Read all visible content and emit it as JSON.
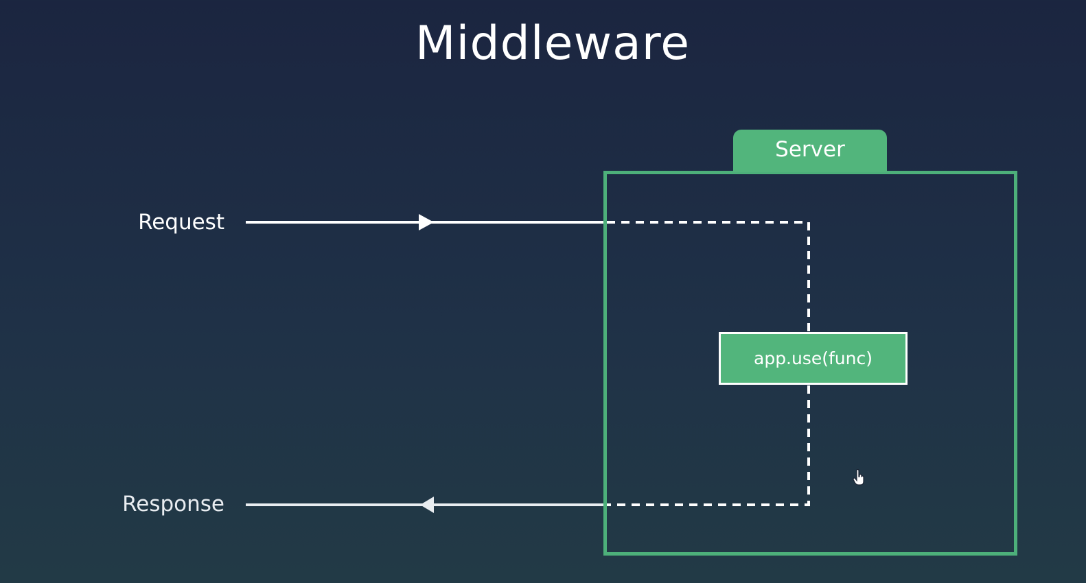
{
  "title": "Middleware",
  "diagram": {
    "request_label": "Request",
    "response_label": "Response",
    "server_label": "Server",
    "middleware_label": "app.use(func)"
  },
  "colors": {
    "background_top": "#1b2540",
    "background_bottom": "#223a46",
    "server_green": "#52b57c",
    "line_white": "#ffffff"
  },
  "icons": {
    "cursor": "hand-pointer-icon"
  }
}
